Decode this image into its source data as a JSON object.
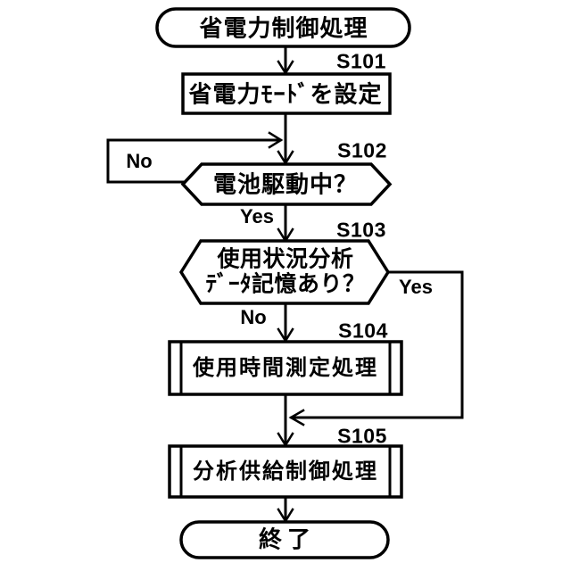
{
  "figure": {
    "background": "#ffffff",
    "line_color": "#000000",
    "nodes": {
      "start": {
        "type": "terminal",
        "label": "省電力制御処理"
      },
      "s101": {
        "type": "process",
        "step": "S101",
        "label": "省電力ﾓｰﾄﾞを設定"
      },
      "s102": {
        "type": "decision",
        "step": "S102",
        "label": "電池駆動中？",
        "branch_no": "No",
        "branch_yes": "Yes"
      },
      "s103": {
        "type": "decision",
        "step": "S103",
        "label_line1": "使用状況分析",
        "label_line2": "ﾃﾞｰﾀ記憶あり？",
        "branch_yes": "Yes",
        "branch_no": "No"
      },
      "s104": {
        "type": "subroutine",
        "step": "S104",
        "label": "使用時間測定処理"
      },
      "s105": {
        "type": "subroutine",
        "step": "S105",
        "label": "分析供給制御処理"
      },
      "end": {
        "type": "terminal",
        "label": "終了"
      }
    }
  }
}
